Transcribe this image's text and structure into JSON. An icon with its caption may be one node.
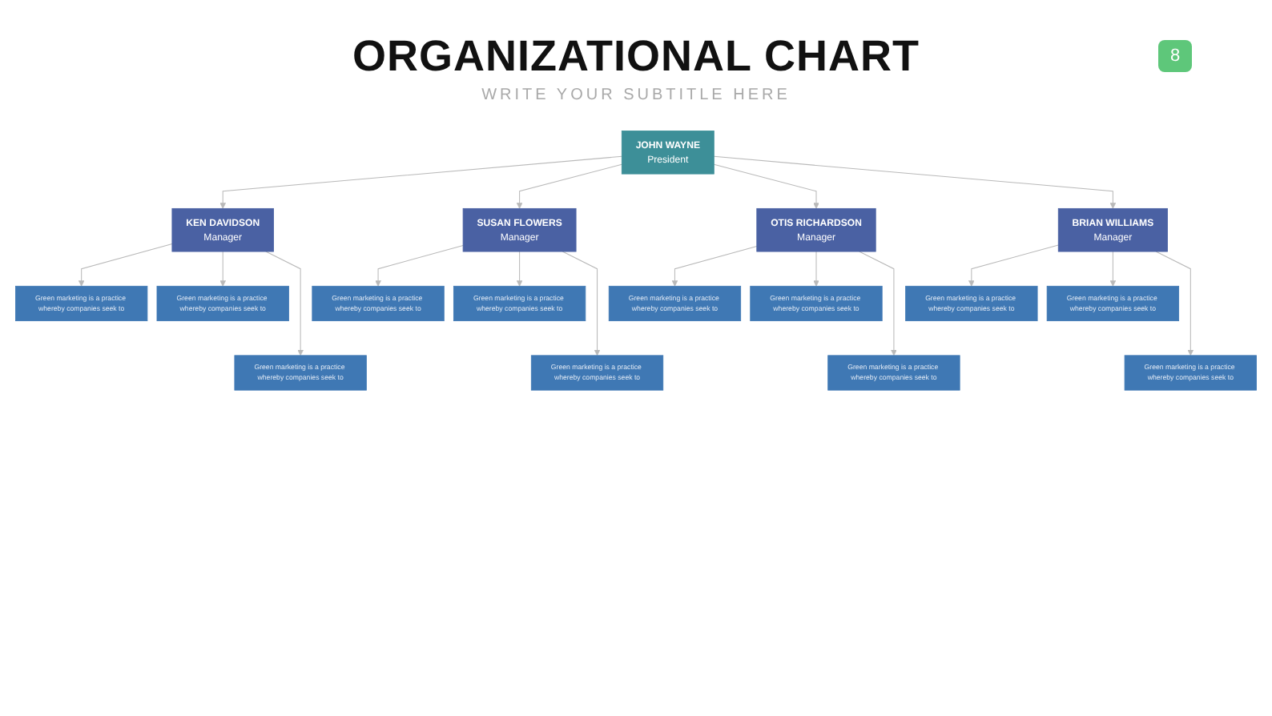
{
  "diagram": {
    "title": "ORGANIZATIONAL CHART",
    "nodes": [
      {
        "text": [
          "JOHN WAYNE",
          "President"
        ]
      },
      {
        "text": [
          "KEN DAVIDSON",
          "Manager"
        ]
      },
      {
        "text": [
          "SUSAN FLOWERS",
          "Manager"
        ]
      },
      {
        "text": [
          "OTIS RICHARDSON",
          "Manager"
        ]
      },
      {
        "text": [
          "BRIAN WILLIAMS",
          "Manager"
        ]
      },
      {
        "text": [
          "Green marketing is a practice whereby companies seek to"
        ]
      },
      {
        "text": [
          "Green marketing is a practice whereby companies seek to"
        ]
      },
      {
        "text": [
          "Green marketing is a practice whereby companies seek to"
        ]
      },
      {
        "text": [
          "Green marketing is a practice whereby companies seek to"
        ]
      },
      {
        "text": [
          "Green marketing is a practice whereby companies seek to"
        ]
      },
      {
        "text": [
          "Green marketing is a practice whereby companies seek to"
        ]
      },
      {
        "text": [
          "Green marketing is a practice whereby companies seek to"
        ]
      },
      {
        "text": [
          "Green marketing is a practice whereby companies seek to"
        ]
      },
      {
        "text": [
          "Green marketing is a practice whereby companies seek to"
        ]
      },
      {
        "text": [
          "Green marketing is a practice whereby companies seek to"
        ]
      },
      {
        "text": [
          "Green marketing is a practice whereby companies seek to"
        ]
      },
      {
        "text": [
          "Green marketing is a practice whereby companies seek to"
        ]
      }
    ],
    "edges": [
      {
        "from": 0,
        "to": 1,
        "arrow": "to"
      },
      {
        "from": 0,
        "to": 2,
        "arrow": "to"
      },
      {
        "from": 0,
        "to": 3,
        "arrow": "to"
      },
      {
        "from": 0,
        "to": 4,
        "arrow": "to"
      },
      {
        "from": 1,
        "to": 5,
        "arrow": "to"
      },
      {
        "from": 1,
        "to": 6,
        "arrow": "to"
      },
      {
        "from": 1,
        "to": 13,
        "arrow": "to"
      },
      {
        "from": 2,
        "to": 7,
        "arrow": "to"
      },
      {
        "from": 2,
        "to": 8,
        "arrow": "to"
      },
      {
        "from": 2,
        "to": 14,
        "arrow": "to"
      },
      {
        "from": 3,
        "to": 9,
        "arrow": "to"
      },
      {
        "from": 3,
        "to": 10,
        "arrow": "to"
      },
      {
        "from": 3,
        "to": 15,
        "arrow": "to"
      },
      {
        "from": 4,
        "to": 11,
        "arrow": "to"
      },
      {
        "from": 4,
        "to": 12,
        "arrow": "to"
      },
      {
        "from": 4,
        "to": 16,
        "arrow": "to"
      }
    ],
    "labels": [
      "WRITE YOUR SUBTITLE HERE",
      "8"
    ]
  }
}
